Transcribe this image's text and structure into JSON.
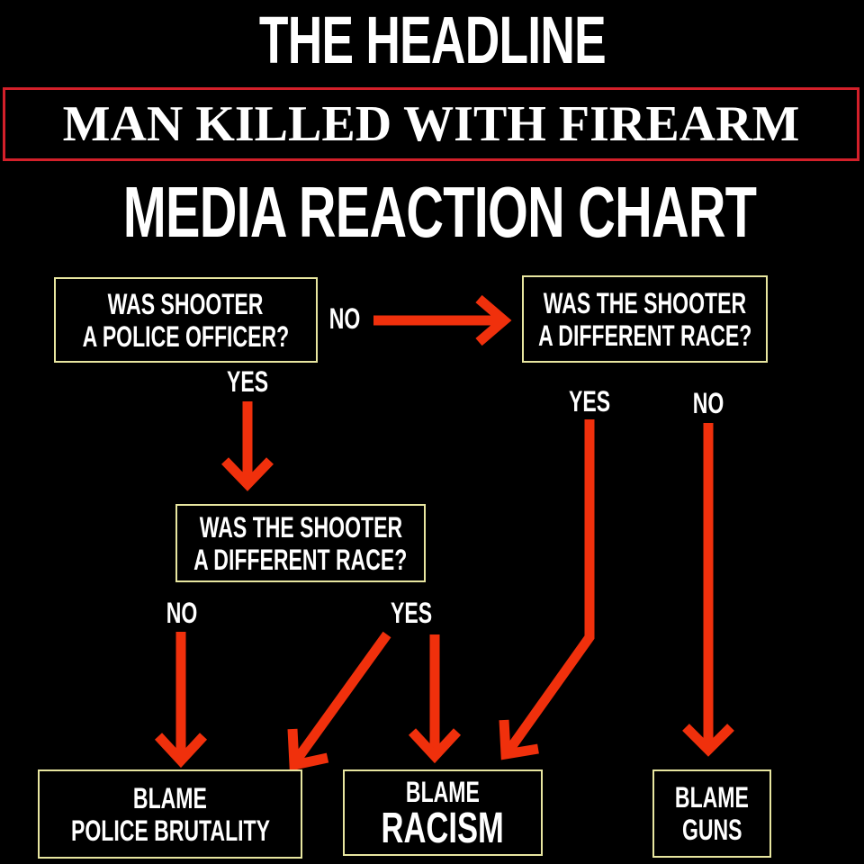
{
  "header": {
    "title": "THE HEADLINE",
    "headline": "MAN KILLED WITH FIREARM",
    "subtitle": "MEDIA REACTION CHART"
  },
  "nodes": {
    "q_police": {
      "line1": "WAS SHOOTER",
      "line2": "A POLICE OFFICER?"
    },
    "q_race_right": {
      "line1": "WAS THE SHOOTER",
      "line2": "A DIFFERENT RACE?"
    },
    "q_race_left": {
      "line1": "WAS THE SHOOTER",
      "line2": "A DIFFERENT RACE?"
    },
    "out_police": {
      "line1": "BLAME",
      "line2": "POLICE BRUTALITY"
    },
    "out_racism": {
      "line1": "BLAME",
      "line2": "RACISM"
    },
    "out_guns": {
      "line1": "BLAME",
      "line2": "GUNS"
    }
  },
  "labels": {
    "police_no": "NO",
    "police_yes": "YES",
    "right_yes": "YES",
    "right_no": "NO",
    "left_no": "NO",
    "left_yes": "YES"
  },
  "colors": {
    "background": "#000000",
    "arrow": "#f0300c",
    "box_border": "#e8e6a0",
    "headline_border": "#d3202a",
    "text": "#ffffff"
  }
}
